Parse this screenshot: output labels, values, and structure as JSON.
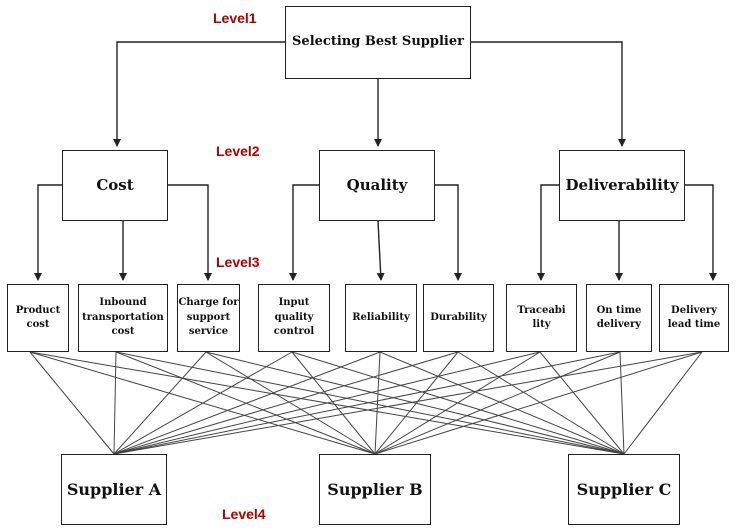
{
  "colors": {
    "level_label": "#b00000",
    "line": "#333333",
    "box_border": "#222222"
  },
  "levels": {
    "l1": "Level1",
    "l2": "Level2",
    "l3": "Level3",
    "l4": "Level4"
  },
  "goal": {
    "label": "Selecting Best Supplier"
  },
  "criteria": [
    {
      "label": "Cost"
    },
    {
      "label": "Quality"
    },
    {
      "label": "Deliverability"
    }
  ],
  "subcriteria": [
    {
      "label": "Product cost"
    },
    {
      "label": "Inbound transportation cost"
    },
    {
      "label": "Charge for support service"
    },
    {
      "label": "Input quality control"
    },
    {
      "label": "Reliability"
    },
    {
      "label": "Durability"
    },
    {
      "label": "Traceabi lity"
    },
    {
      "label": "On time delivery"
    },
    {
      "label": "Delivery lead time"
    }
  ],
  "alternatives": [
    {
      "label": "Supplier A"
    },
    {
      "label": "Supplier B"
    },
    {
      "label": "Supplier C"
    }
  ]
}
